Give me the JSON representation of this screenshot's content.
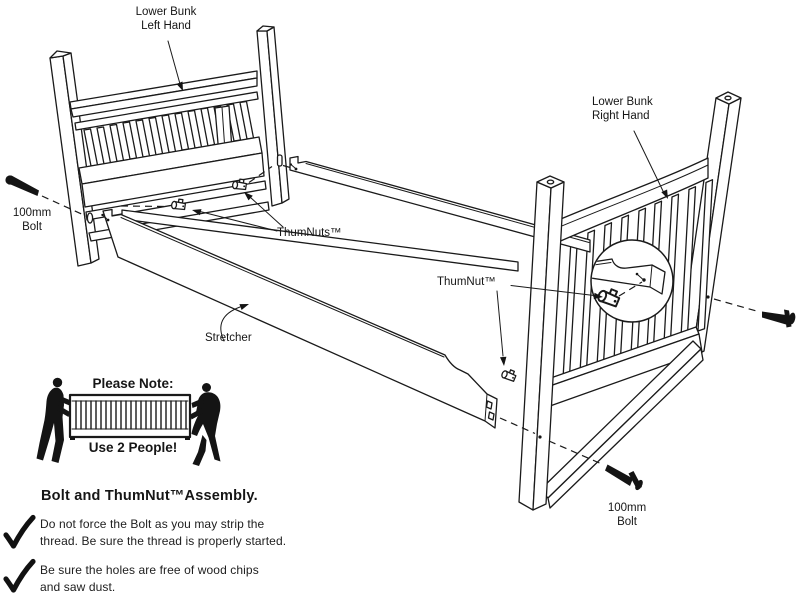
{
  "labels": {
    "lower_bunk_left": {
      "line1": "Lower Bunk",
      "line2": "Left Hand"
    },
    "lower_bunk_right": {
      "line1": "Lower Bunk",
      "line2": "Right Hand"
    },
    "bolt_left": {
      "line1": "100mm",
      "line2": "Bolt"
    },
    "bolt_bottom": {
      "line1": "100mm",
      "line2": "Bolt"
    },
    "thumnuts": "ThumNuts™",
    "thumnut": "ThumNut™",
    "stretcher": "Stretcher"
  },
  "note_box": {
    "title": "Please Note:",
    "caption": "Use 2 People!"
  },
  "instructions": {
    "heading": "Bolt and ThumNut™Assembly.",
    "items": [
      {
        "line1": "Do not force the Bolt as you may strip the",
        "line2": "thread. Be sure the thread is properly started."
      },
      {
        "line1": "Be sure the holes are free of wood chips",
        "line2": "and saw dust."
      }
    ]
  },
  "icons": {
    "bolt": "bolt-icon",
    "thumnut": "thumnut-icon",
    "checkmark": "checkmark-icon",
    "two_people": "two-people-icon"
  },
  "colors": {
    "ink": "#1a1a1a",
    "background": "#ffffff"
  }
}
